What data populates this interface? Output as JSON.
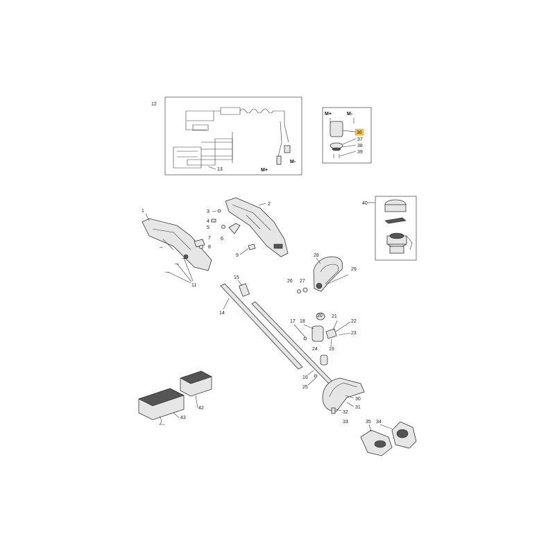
{
  "labels": {
    "p1": "1",
    "p2": "2",
    "p3": "3",
    "p4": "4",
    "p5": "5",
    "p6": "6",
    "p7": "7",
    "p8": "8",
    "p9": "9",
    "p11": "11",
    "p12": "12",
    "p13": "13",
    "p14": "14",
    "p15": "15",
    "p16": "16",
    "p17": "17",
    "p18": "18",
    "p19": "19",
    "p20": "20",
    "p21": "21",
    "p22": "22",
    "p23": "23",
    "p24": "24",
    "p25": "25",
    "p26": "26",
    "p27": "27",
    "p28": "28",
    "p29": "29",
    "p30": "30",
    "p31": "31",
    "p32": "32",
    "p33": "33",
    "p34": "34",
    "p35": "35",
    "p36": "36",
    "p37": "37",
    "p38": "38",
    "p39": "39",
    "p40": "40",
    "p42": "42",
    "p43": "43"
  },
  "terminals": {
    "wiring_mplus": "M+",
    "wiring_mminus": "M-",
    "motor_mplus": "M+",
    "motor_mminus": "M-"
  },
  "highlight_color": "#f7c948"
}
